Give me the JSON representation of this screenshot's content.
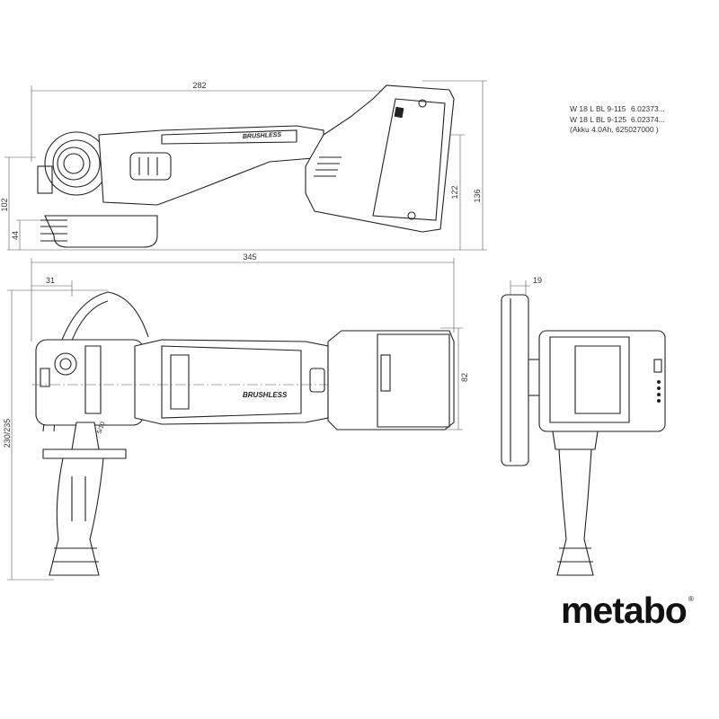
{
  "specs": [
    {
      "model": "W 18 L BL 9-115",
      "number": "6.02373..."
    },
    {
      "model": "W 18 L BL 9-125",
      "number": "6.02374..."
    }
  ],
  "battery_note": "(Akku 4.0Ah, 625027000 )",
  "dimensions": {
    "top_length": "282",
    "top_height_total": "102",
    "top_guard_height": "44",
    "top_battery_height": "122",
    "top_overall_height": "136",
    "side_length": "345",
    "side_offset": "31",
    "side_handle_height": "230/235",
    "side_body_height": "82",
    "front_offset": "19"
  },
  "labels": {
    "brushless": "BRUSHLESS",
    "disc_marking": "5/10"
  },
  "brand": {
    "name": "metabo",
    "mark": "®"
  }
}
